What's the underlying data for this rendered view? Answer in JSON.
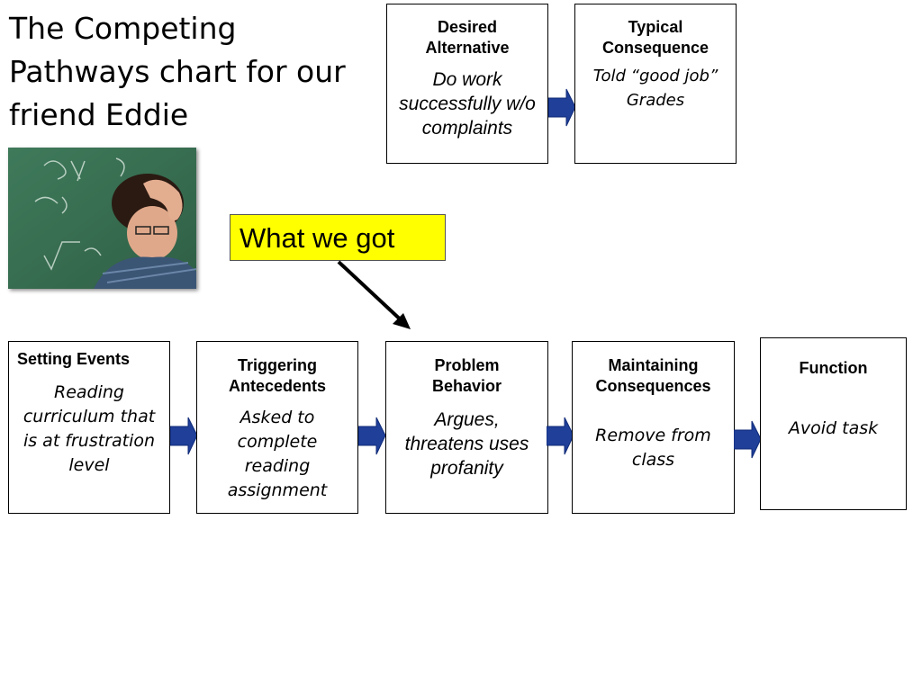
{
  "title": "The Competing Pathways chart for our friend Eddie",
  "photo": {
    "description_icon": "student-photo"
  },
  "callout": "What we got",
  "top_row": {
    "desired_alternative": {
      "head": "Desired Alternative",
      "body": "Do work successfully w/o complaints"
    },
    "typical_consequence": {
      "head": "Typical Consequence",
      "body_line1": "Told “good job”",
      "body_line2": "Grades"
    }
  },
  "bottom_row": {
    "setting_events": {
      "head": "Setting Events",
      "body": "Reading curriculum that is at frustration level"
    },
    "triggering_antecedents": {
      "head": "Triggering Antecedents",
      "body": "Asked to complete reading assignment"
    },
    "problem_behavior": {
      "head": "Problem Behavior",
      "body": "Argues, threatens uses profanity"
    },
    "maintaining_consequences": {
      "head": "Maintaining Consequences",
      "body": "Remove from class"
    },
    "function": {
      "head": "Function",
      "body": "Avoid task"
    }
  },
  "colors": {
    "arrow": "#1f3f99",
    "callout": "#ffff00"
  }
}
